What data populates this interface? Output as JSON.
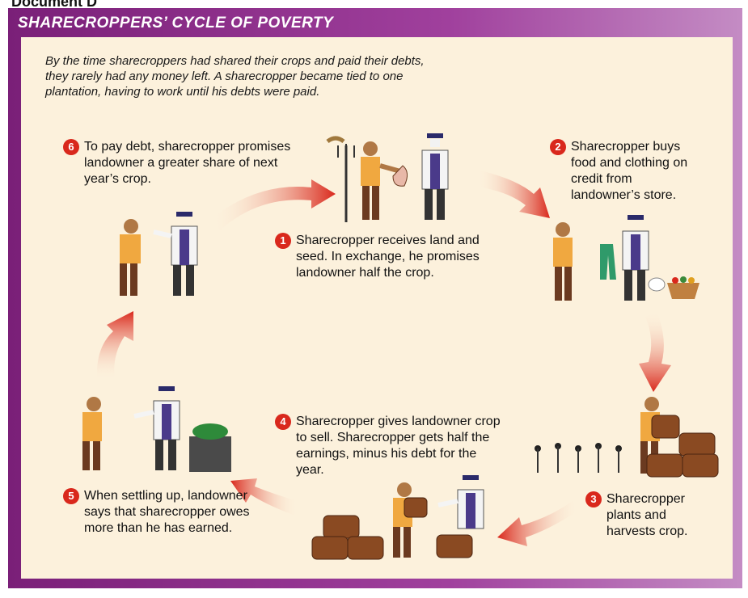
{
  "document_label": "Document D",
  "title": "SHARECROPPERS’ CYCLE OF POVERTY",
  "intro": "By the time sharecroppers had shared their crops and paid their debts, they rarely had any money left. A sharecropper became tied to one plantation, having to work until his debts were paid.",
  "steps": [
    {
      "number": "1",
      "text": "Sharecropper receives land and seed. In exchange, he promises landowner half the crop."
    },
    {
      "number": "2",
      "text": "Sharecropper buys food and clothing on credit from landowner’s store."
    },
    {
      "number": "3",
      "text": "Sharecropper plants and harvests crop."
    },
    {
      "number": "4",
      "text": "Sharecropper gives landowner crop to sell. Sharecropper gets half the earnings, minus his debt for the year."
    },
    {
      "number": "5",
      "text": "When settling up, landowner says that sharecropper owes more than he has earned."
    },
    {
      "number": "6",
      "text": "To pay debt, sharecropper promises landowner a greater share of next year’s crop."
    }
  ],
  "colors": {
    "header": "#7a1f78",
    "panel": "#fcf1dc",
    "arrow": "#d9281c",
    "badge": "#d9281c"
  }
}
